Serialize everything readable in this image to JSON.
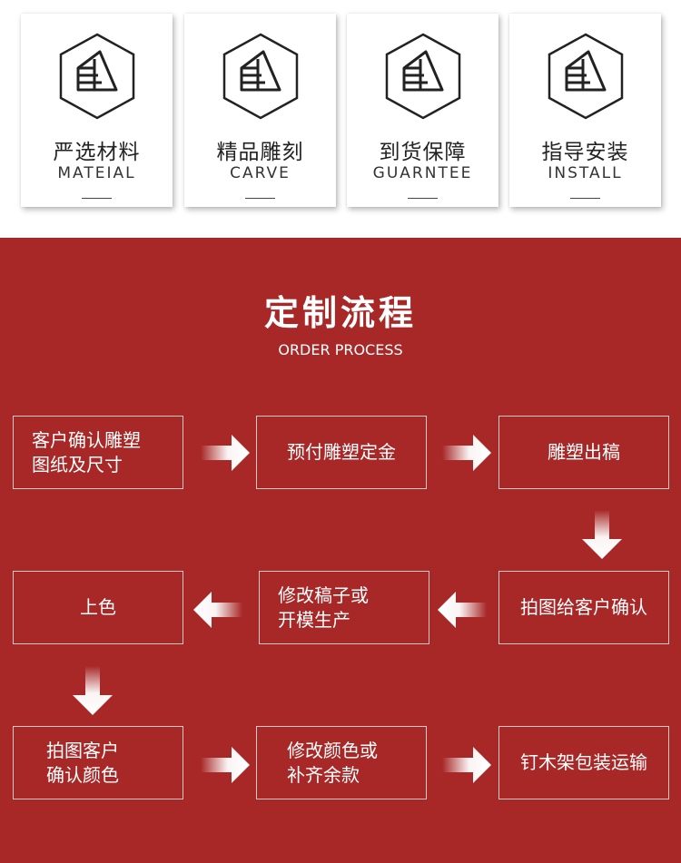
{
  "features": [
    {
      "title": "严选材料",
      "subtitle": "MATEIAL",
      "icon": "document-triangle-icon"
    },
    {
      "title": "精品雕刻",
      "subtitle": "CARVE",
      "icon": "document-triangle-icon"
    },
    {
      "title": "到货保障",
      "subtitle": "GUARNTEE",
      "icon": "document-triangle-icon"
    },
    {
      "title": "指导安装",
      "subtitle": "INSTALL",
      "icon": "document-triangle-icon"
    }
  ],
  "process": {
    "title": "定制流程",
    "subtitle": "ORDER PROCESS",
    "steps": [
      "客户确认雕塑\n图纸及尺寸",
      "预付雕塑定金",
      "雕塑出稿",
      "拍图给客户确认",
      "修改稿子或\n开模生产",
      "上色",
      "拍图客户\n确认颜色",
      "修改颜色或\n补齐余款",
      "钉木架包装运输"
    ]
  },
  "colors": {
    "section_background": "#a82828",
    "text_on_red": "#ffffff",
    "icon_stroke": "#222222"
  }
}
